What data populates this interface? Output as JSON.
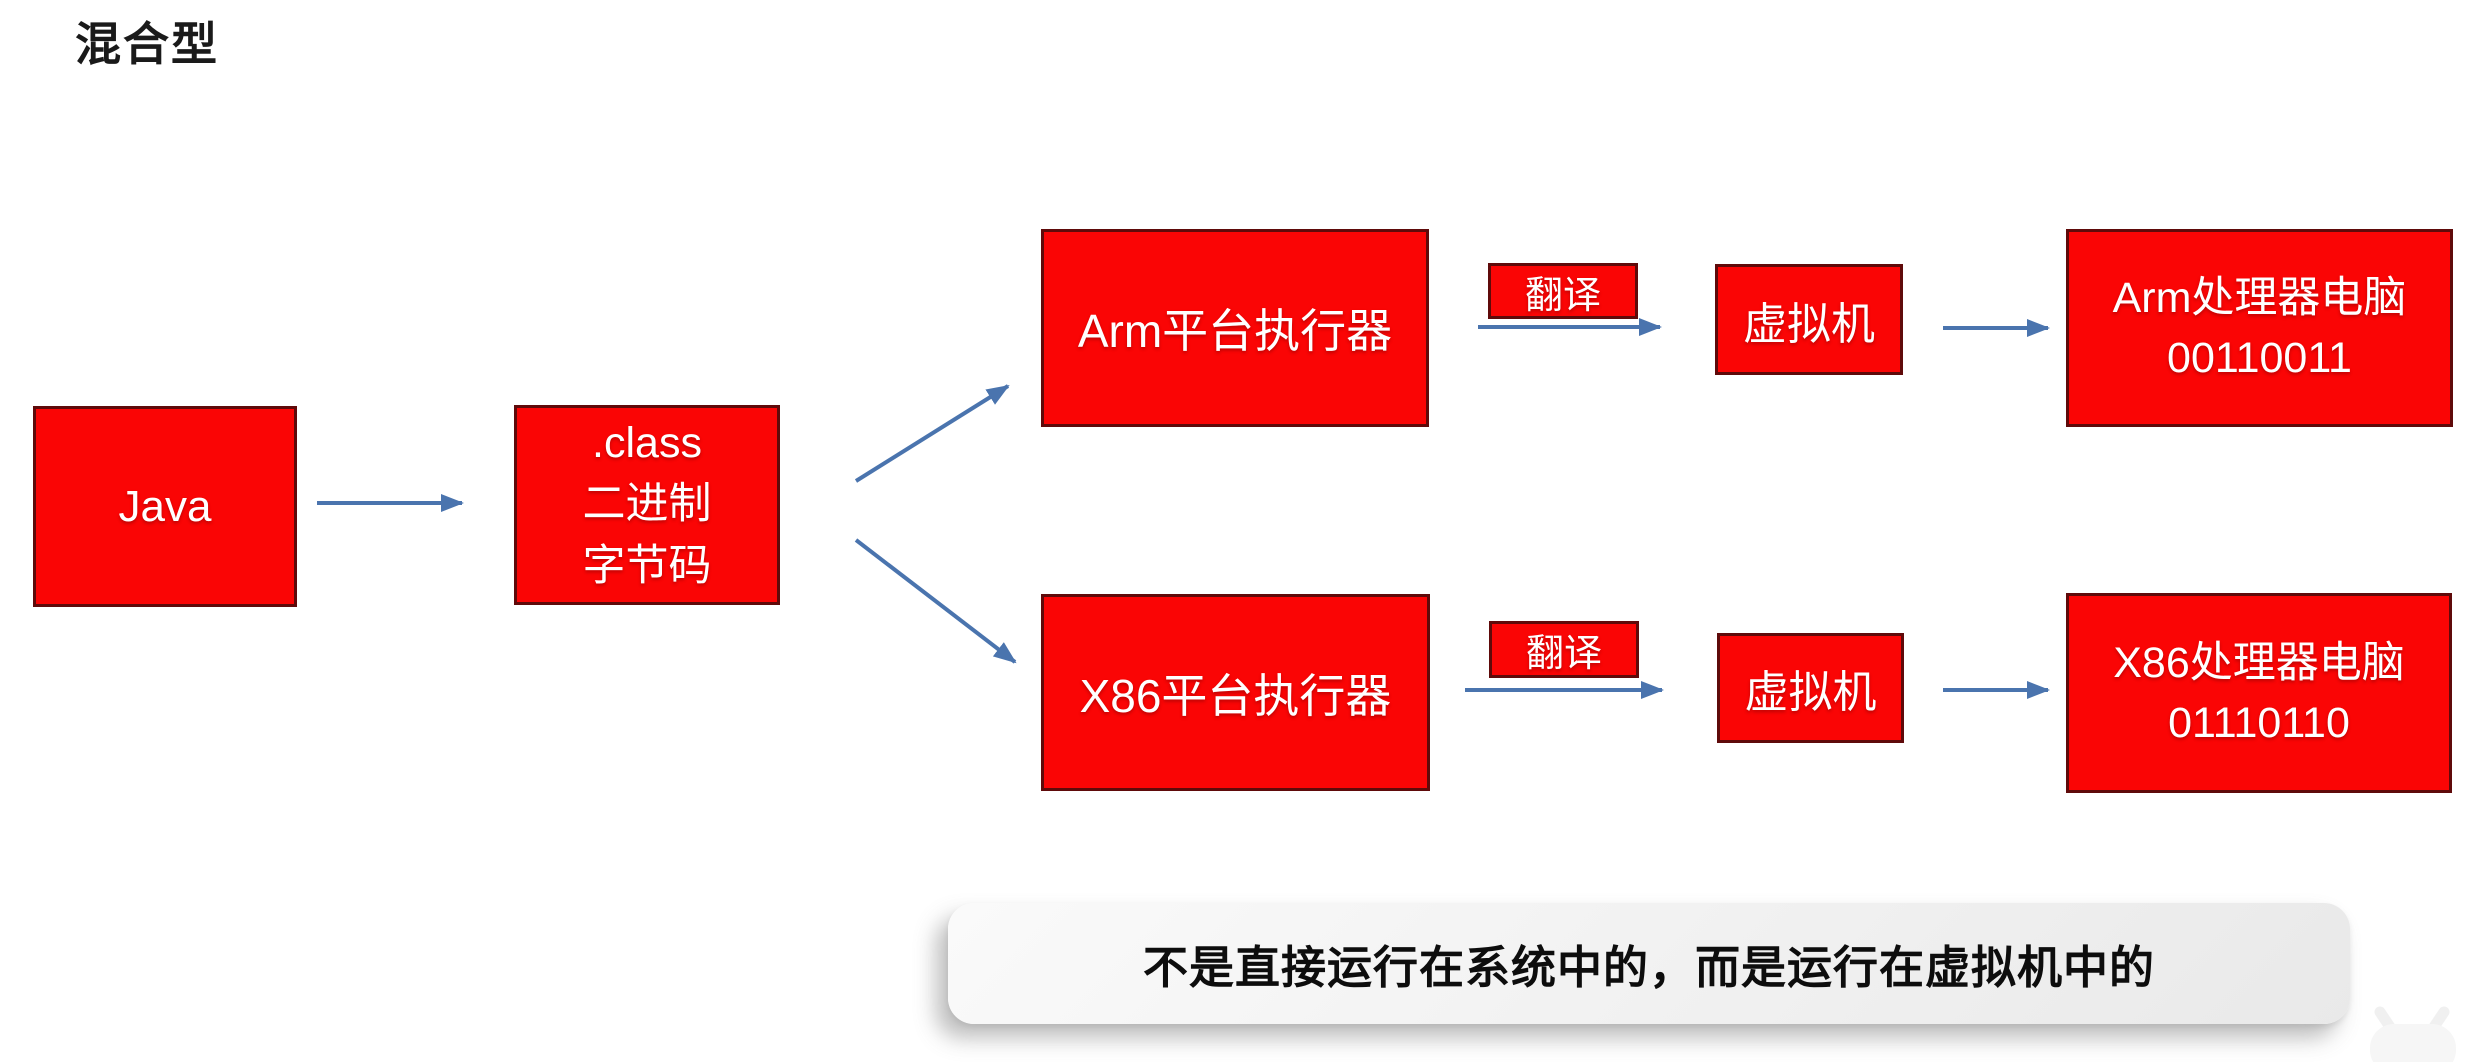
{
  "title": "混合型",
  "colors": {
    "box_fill": "#fa0505",
    "box_border": "#5f0a0a",
    "arrow": "#4a74ae",
    "caption_bg": "#ededed"
  },
  "nodes": {
    "java": {
      "label": "Java"
    },
    "class_file": {
      "lines": [
        ".class",
        "二进制",
        "字节码"
      ]
    },
    "arm_executor": {
      "label": "Arm平台执行器"
    },
    "x86_executor": {
      "label": "X86平台执行器"
    },
    "translate_top": {
      "label": "翻译"
    },
    "translate_bottom": {
      "label": "翻译"
    },
    "vm_top": {
      "label": "虚拟机"
    },
    "vm_bottom": {
      "label": "虚拟机"
    },
    "arm_computer": {
      "line1": "Arm处理器电脑",
      "line2": "00110011"
    },
    "x86_computer": {
      "line1": "X86处理器电脑",
      "line2": "01110110"
    }
  },
  "caption": "不是直接运行在系统中的，而是运行在虚拟机中的"
}
